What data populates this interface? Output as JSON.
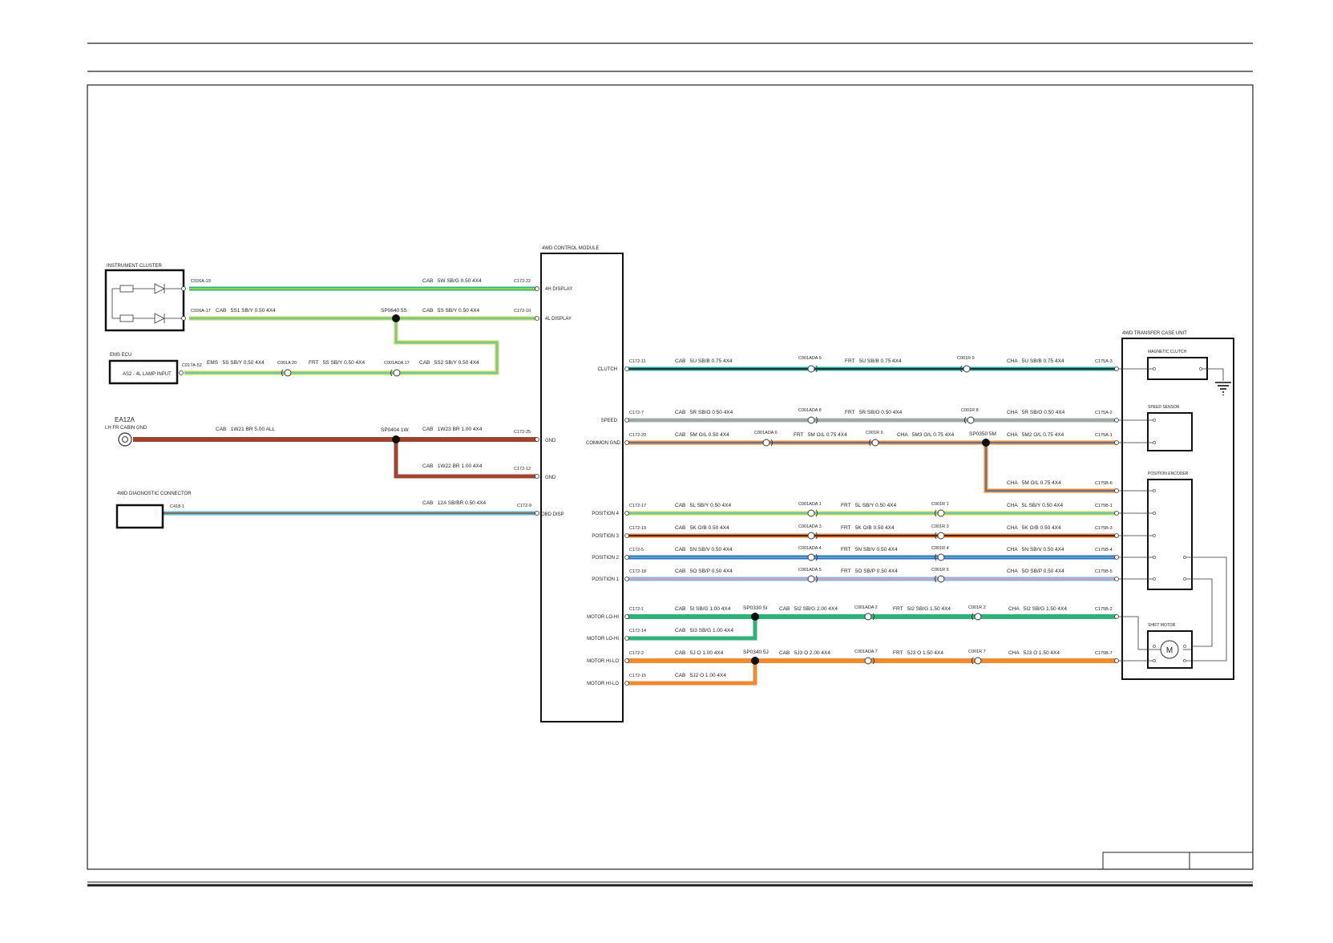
{
  "modules": {
    "instrument_cluster": "INSTRUMENT CLUSTER",
    "control_module": "4WD CONTROL MODULE",
    "ems_ecu": "EMS ECU",
    "ems_ecu_pin": "AS2 - 4L LAMP INPUT",
    "ground_id": "EA12A",
    "ground_label": "LH FR CABIN GND",
    "diag_connector": "4WD DIAGNOSTIC CONNECTOR",
    "transfer_case": "4WD TRANSFER CASE UNIT",
    "magnetic_clutch": "MAGNETIC CLUTCH",
    "speed_sensor": "SPEED SENSOR",
    "position_encoder": "POSITION ENCODER",
    "shift_motor": "SHIFT MOTOR",
    "motor_symbol": "M"
  },
  "pin_labels": {
    "l_4h": "4H DISPLAY",
    "l_4l": "4L DISPLAY",
    "l_gnd1": "GND",
    "l_gnd2": "GND",
    "l_obd": "OBD DISP",
    "r_clutch": "CLUTCH",
    "r_speed": "SPEED",
    "r_common": "COMMON GND",
    "r_pos4": "POSITION 4",
    "r_pos3": "POSITION 3",
    "r_pos2": "POSITION 2",
    "r_pos1": "POSITION 1",
    "r_mlh1": "MOTOR LO-HI",
    "r_mlh2": "MOTOR LO-HI",
    "r_mhl1": "MOTOR HI-LO",
    "r_mhl2": "MOTOR HI-LO"
  },
  "connectors": {
    "c026a19": "C026A-19",
    "c026a17": "C026A-17",
    "c017a52": "C017A-52",
    "c001a20": "C001A 20",
    "c001ada17": "C001ADA 17",
    "c418": "C418-1",
    "c172_22": "C172-22",
    "c172_10": "C172-10",
    "c172_25": "C172-25",
    "c172_12": "C172-12",
    "c172_9": "C172-9",
    "c172_11": "C172-11",
    "c172_7": "C172-7",
    "c172_20": "C172-20",
    "c172_17": "C172-17",
    "c172_19": "C172-19",
    "c172_5": "C172-5",
    "c172_18": "C172-18",
    "c172_1": "C172-1",
    "c172_14": "C172-14",
    "c172_2": "C172-2",
    "c172_15": "C172-15",
    "ada9": "C001ADA 9",
    "ada8": "C001ADA 8",
    "ada6": "C001ADA 6",
    "ada1": "C001ADA 1",
    "ada3": "C001ADA 3",
    "ada4": "C001ADA 4",
    "ada5": "C001ADA 5",
    "ada2": "C001ADA 2",
    "ada7": "C001ADA 7",
    "r9": "C001R 9",
    "r8": "C001R 8",
    "r6": "C001R 6",
    "r1": "C001R 1",
    "r3": "C001R 3",
    "r4": "C001R 4",
    "r5": "C001R 5",
    "r2": "C001R 2",
    "r7": "C001R 7",
    "c175a3": "C175A-3",
    "c175a2": "C175A-2",
    "c175a1": "C175A-1",
    "c175b6": "C175B-6",
    "c175b1": "C175B-1",
    "c175b3": "C175B-3",
    "c175b4": "C175B-4",
    "c175b5": "C175B-5",
    "c175b2": "C175B-2",
    "c175b7": "C175B-7"
  },
  "splices": {
    "sp0640": "SP0640 5S",
    "sp0404": "SP0404 1W",
    "sp0350": "SP0350 5M",
    "sp0330": "SP0330 5I",
    "sp0340": "SP0340 5J"
  },
  "wires": {
    "w_4h": "CAB   5W SB/G 0.50 4X4",
    "w_5s1": "CAB   5S1 SB/Y 0.50 4X4",
    "w_5s_cab": "CAB   5S SB/Y 0.50 4X4",
    "w_5s_ems": "EMS   5S SB/Y 0.50 4X4",
    "w_5s_frt": "FRT   5S SB/Y 0.50 4X4",
    "w_5s2": "CAB   5S2 SB/Y 0.50 4X4",
    "w_1w21": "CAB   1W21 BR 5.00 ALL",
    "w_1w23": "CAB   1W23 BR 1.00 4X4",
    "w_1w22": "CAB   1W22 BR 1.00 4X4",
    "w_12a": "CAB   12A SB/BR 0.50 4X4",
    "w_5u_cab": "CAB   5U SB/B 0.75 4X4",
    "w_5u_frt": "FRT   5U SB/B 0.75 4X4",
    "w_5u_cha": "CHA   5U SB/B 0.75 4X4",
    "w_5r_cab": "CAB   5R SB/O 0.50 4X4",
    "w_5r_frt": "FRT   5R SB/O 0.50 4X4",
    "w_5r_cha": "CHA   5R SB/O 0.50 4X4",
    "w_5m_cab": "CAB   5M O/L 0.50 4X4",
    "w_5m_frt": "FRT   5M O/L 0.75 4X4",
    "w_5m3_cha": "CHA   5M3 O/L 0.75 4X4",
    "w_5m2_cha": "CHA   5M2 O/L 0.75 4X4",
    "w_5m_cha": "CHA   5M O/L 0.75 4X4",
    "w_5l_cab": "CAB   5L SB/Y 0.50 4X4",
    "w_5l_frt": "FRT   5L SB/Y 0.50 4X4",
    "w_5l_cha": "CHA   5L SB/Y 0.50 4X4",
    "w_5k_cab": "CAB   5K O/B 0.50 4X4",
    "w_5k_frt": "FRT   5K O/B 0.50 4X4",
    "w_5k_cha": "CHA   5K O/B 0.50 4X4",
    "w_5n_cab": "CAB   5N SB/V 0.50 4X4",
    "w_5n_frt": "FRT   5N SB/V 0.50 4X4",
    "w_5n_cha": "CHA   5N SB/V 0.50 4X4",
    "w_5o_cab": "CAB   5O SB/P 0.50 4X4",
    "w_5o_frt": "FRT   5O SB/P 0.50 4X4",
    "w_5o_cha": "CHA   5O SB/P 0.50 4X4",
    "w_5i": "CAB   5I SB/G 1.00 4X4",
    "w_5i3": "CAB   5I3 SB/G 1.00 4X4",
    "w_5i2_cab": "CAB   5I2 SB/G 2.00 4X4",
    "w_5i2_frt": "FRT   5I2 SB/G 1.50 4X4",
    "w_5i2_cha": "CHA   5I2 SB/G 1.50 4X4",
    "w_5j": "CAB   5J O 1.00 4X4",
    "w_5j2": "CAB   5J2 O 1.00 4X4",
    "w_5j3_cab": "CAB   5J3 O 2.00 4X4",
    "w_5j3_frt": "FRT   5J3 O 1.50 4X4",
    "w_5j3_cha": "CHA   5J3 O 1.50 4X4"
  },
  "colors": {
    "green": "#2db37a",
    "yellow_green": "#b9dc4a",
    "brown": "#a0442e",
    "orange": "#f08a30",
    "dark_teal": "#1b6b6b",
    "blue": "#2f6fc0",
    "light_blue": "#8fb4d6",
    "orange_blue": "#e9792a"
  }
}
